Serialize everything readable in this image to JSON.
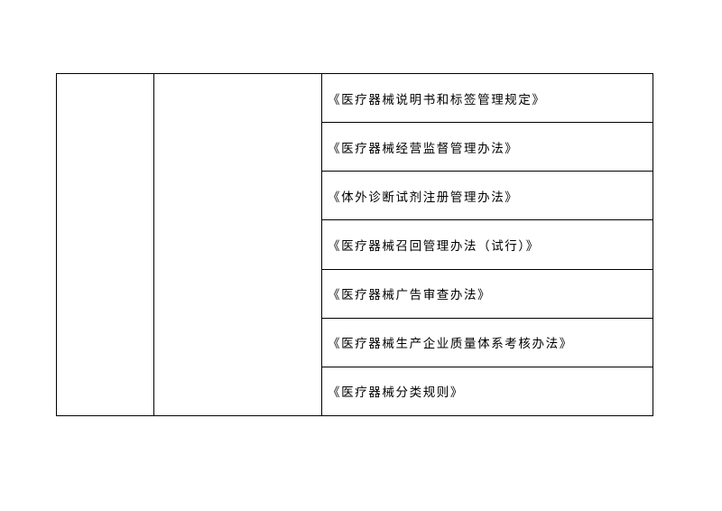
{
  "table": {
    "regulations": [
      "《医疗器械说明书和标签管理规定》",
      "《医疗器械经营监督管理办法》",
      "《体外诊断试剂注册管理办法》",
      "《医疗器械召回管理办法（试行）》",
      "《医疗器械广告审查办法》",
      "《医疗器械生产企业质量体系考核办法》",
      "《医疗器械分类规则》"
    ]
  }
}
